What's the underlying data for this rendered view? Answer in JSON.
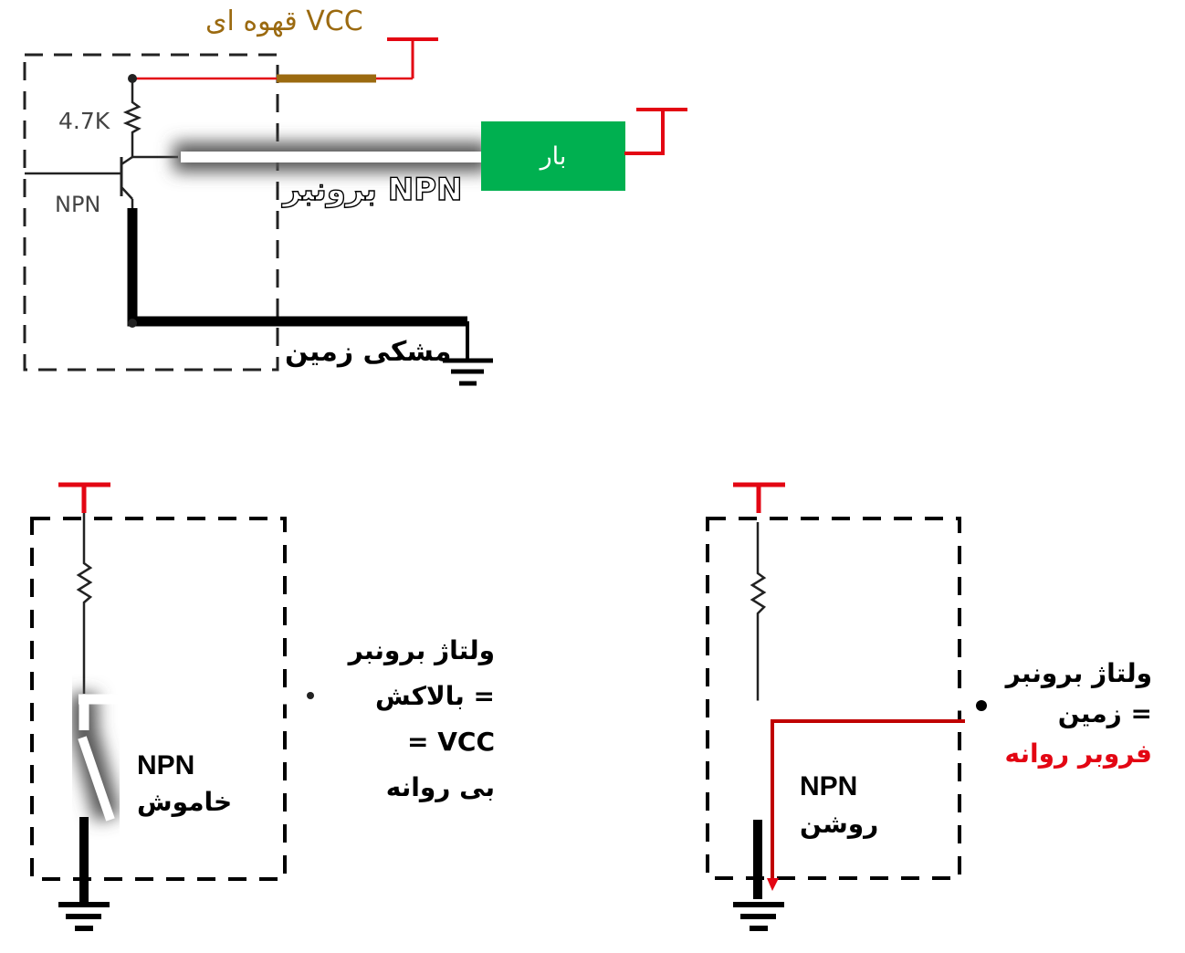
{
  "top_circuit": {
    "supply_label": "VCC قهوه ای",
    "resistor_value": "4.7K",
    "transistor_type": "NPN",
    "load_label": "بار",
    "output_label": "NPN برونبر",
    "ground_label": "مشکی زمین",
    "colors": {
      "supply_wire": "#e30613",
      "brown_wire": "#9b6a10",
      "load_box": "#00b050",
      "ground_wire": "#000000"
    }
  },
  "off_circuit": {
    "transistor_type": "NPN",
    "state": "خاموش",
    "description": [
      "ولتاژ برونبر",
      "= بالاکش",
      "VCC =",
      "بی روانه"
    ]
  },
  "on_circuit": {
    "transistor_type": "NPN",
    "state": "روشن",
    "description": [
      "ولتاژ برونبر",
      "= زمین"
    ],
    "highlight": "فروبر روانه",
    "colors": {
      "current_arrow": "#c00000",
      "highlight_text": "#e30613"
    }
  }
}
